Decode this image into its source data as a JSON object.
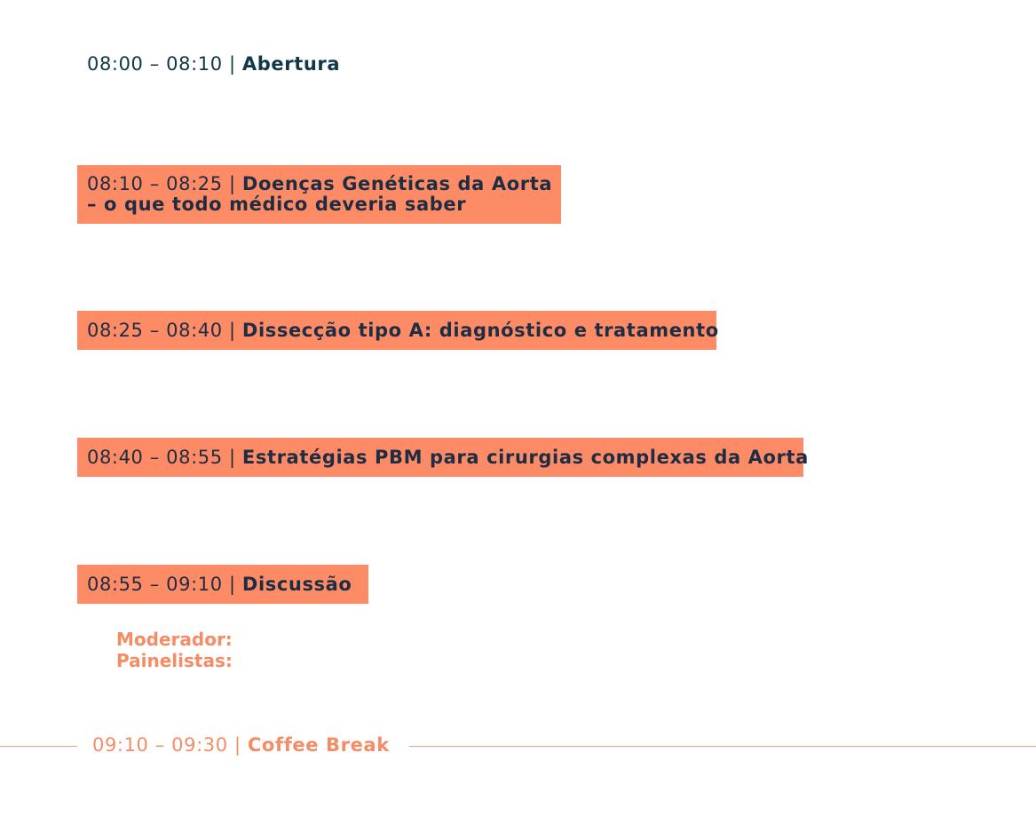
{
  "schedule": [
    {
      "time": "08:00 – 08:10 | ",
      "title": "Abertura",
      "highlighted": false
    },
    {
      "time": "08:10 – 08:25 | ",
      "title": "Doenças Genéticas da Aorta",
      "title_line2": "– o que todo médico deveria saber",
      "highlighted": true
    },
    {
      "time": "08:25 – 08:40 | ",
      "title": "Dissecção tipo A: diagnóstico e tratamento",
      "highlighted": true
    },
    {
      "time": "08:40 – 08:55 | ",
      "title": "Estratégias PBM para cirurgias complexas da Aorta",
      "highlighted": true
    },
    {
      "time": "08:55 – 09:10 | ",
      "title": "Discussão",
      "highlighted": true
    }
  ],
  "discussion_roles": {
    "moderator_label": "Moderador:",
    "panelists_label": "Painelistas:"
  },
  "break": {
    "time": "09:10 – 09:30  | ",
    "title": "Coffee Break"
  },
  "colors": {
    "highlight": "#fd8c66",
    "text_dark": "#1e2c44",
    "accent": "#f48c65",
    "divider": "#f1a286"
  }
}
